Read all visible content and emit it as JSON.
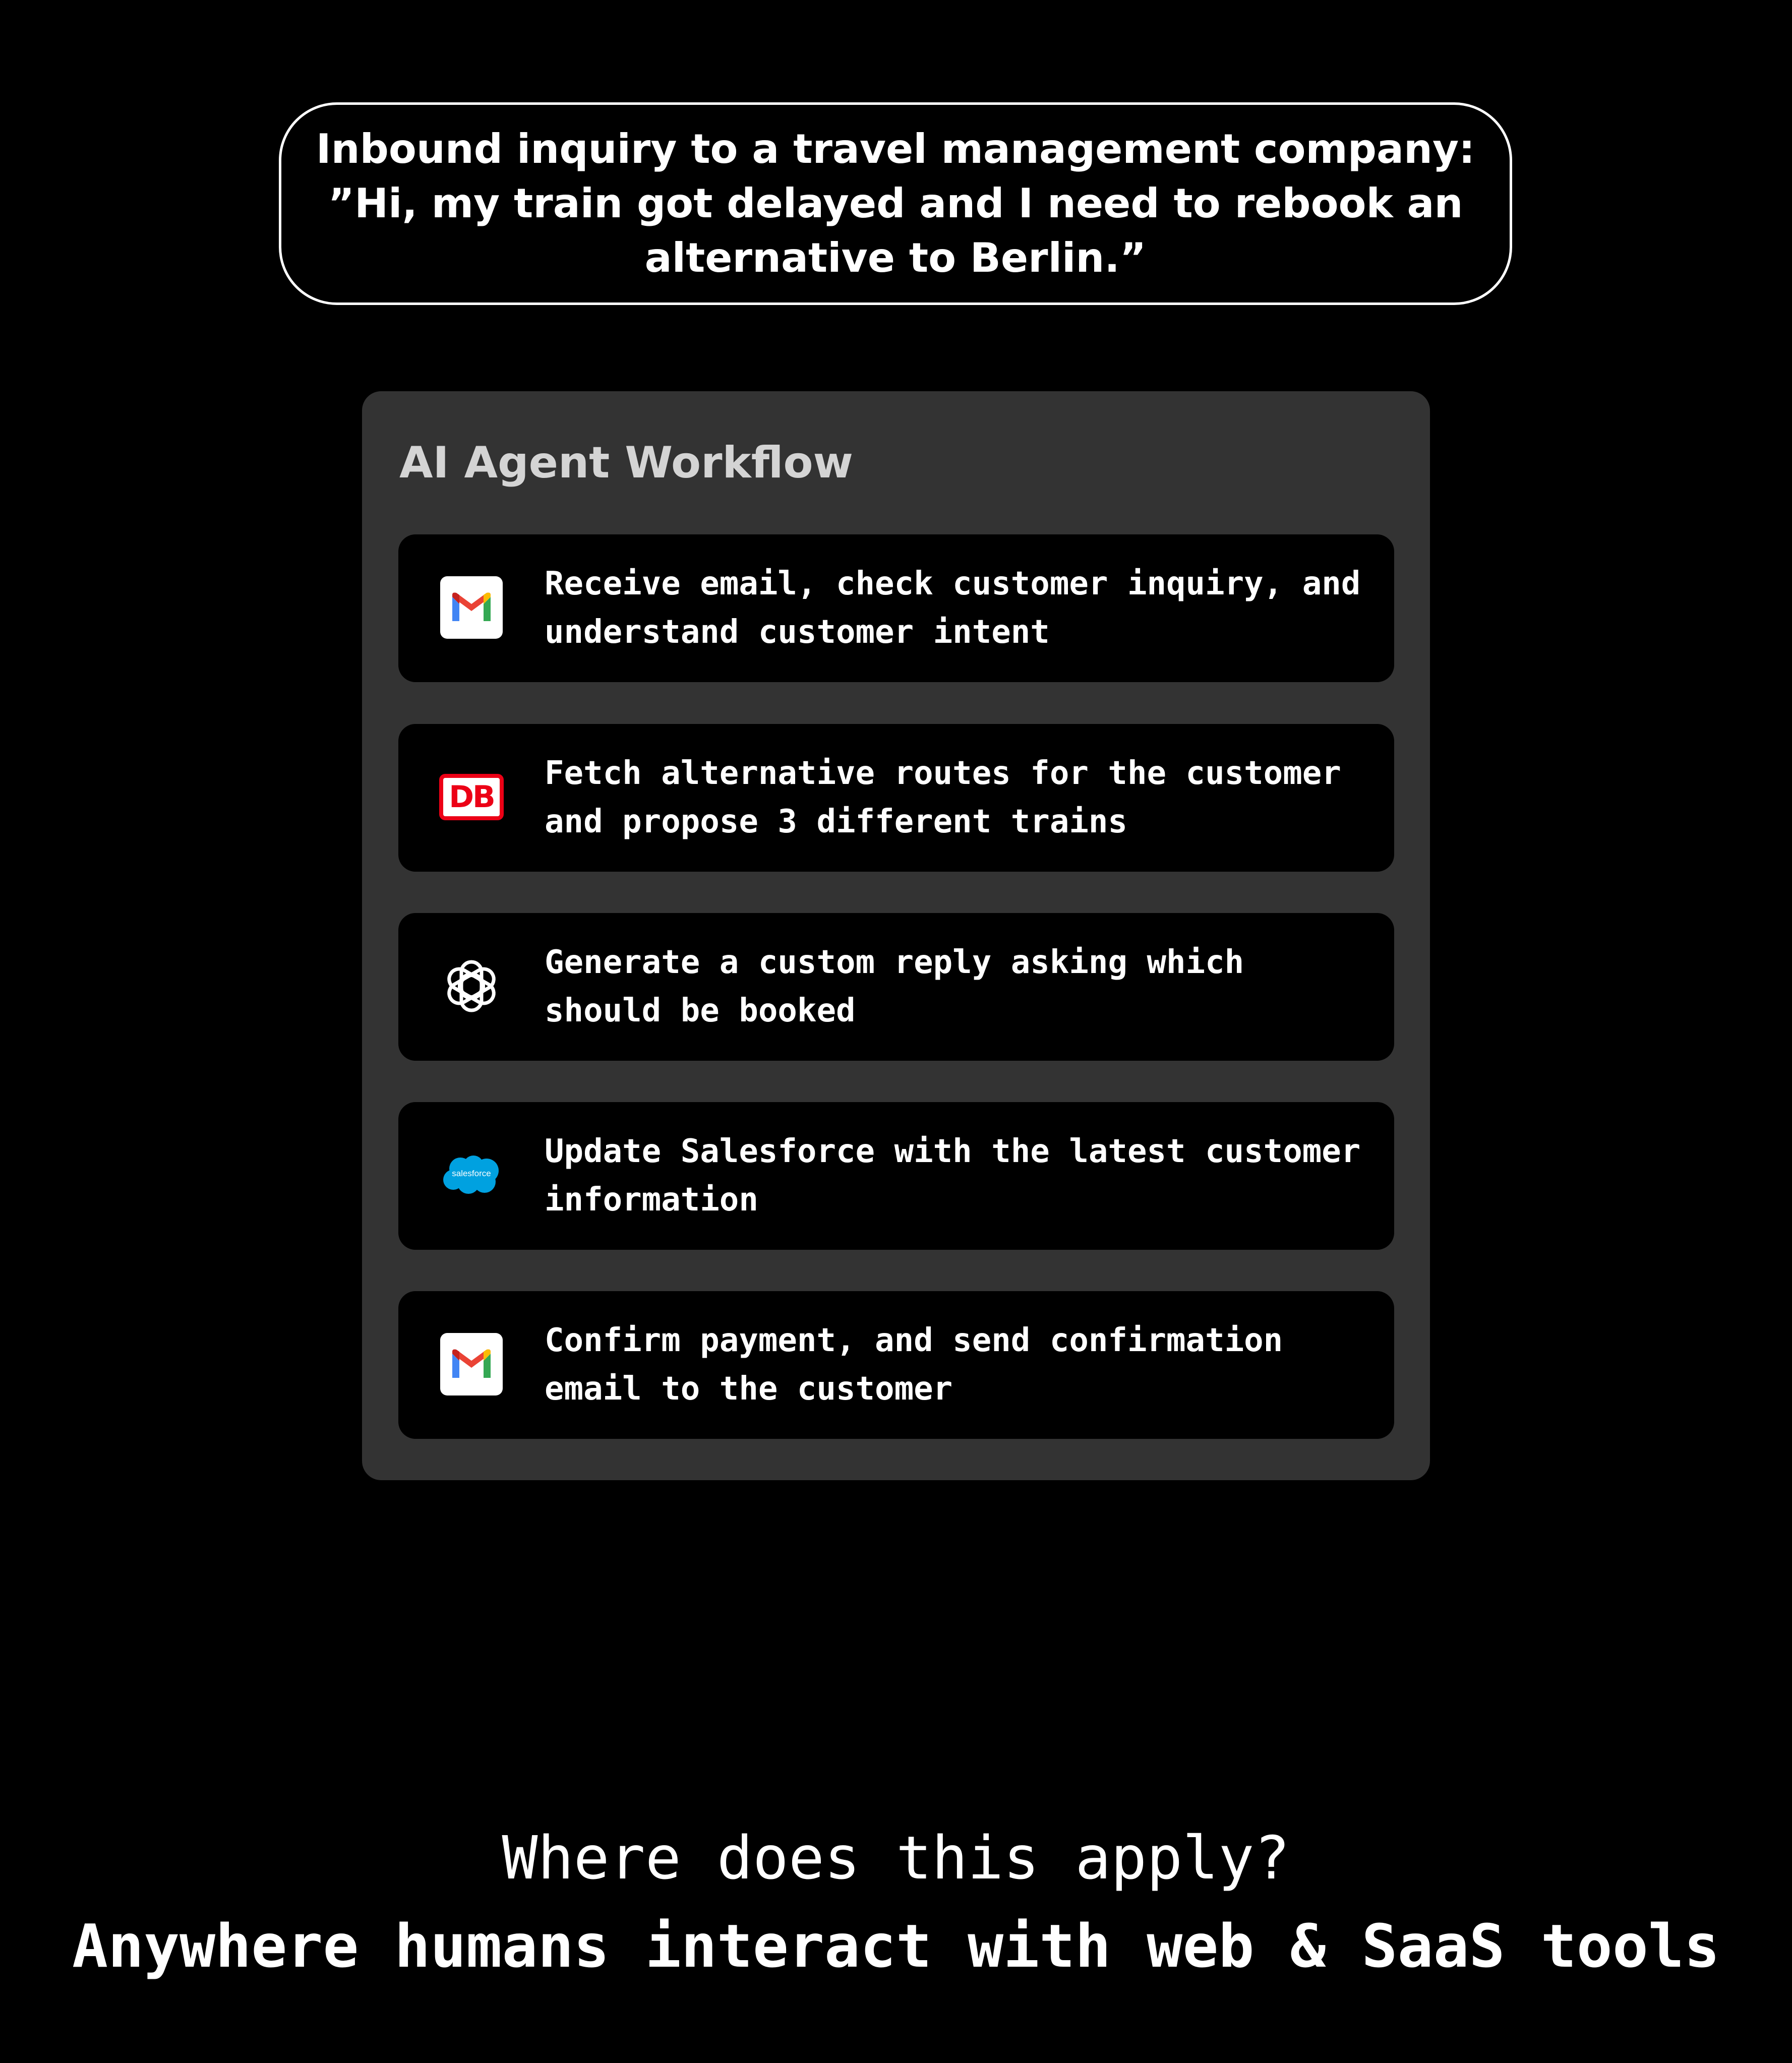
{
  "inquiry": {
    "lines": [
      "Inbound inquiry to a travel management company:",
      "”Hi, my train got delayed and I need to rebook an",
      "alternative to Berlin.”"
    ]
  },
  "workflow": {
    "title": "AI Agent Workflow",
    "steps": [
      {
        "icon": "gmail-icon",
        "lines": [
          "Receive email, check customer inquiry, and",
          "understand customer intent"
        ]
      },
      {
        "icon": "db-icon",
        "icon_text": "DB",
        "lines": [
          "Fetch alternative routes for the customer",
          "and propose 3 different trains"
        ]
      },
      {
        "icon": "openai-icon",
        "lines": [
          "Generate a custom reply asking which",
          "should be booked"
        ]
      },
      {
        "icon": "salesforce-icon",
        "icon_text": "salesforce",
        "lines": [
          "Update Salesforce with the latest customer",
          "information"
        ]
      },
      {
        "icon": "gmail-icon",
        "lines": [
          "Confirm payment, and send confirmation",
          "email to the customer"
        ]
      }
    ]
  },
  "footer": {
    "question": "Where does this apply?",
    "answer": "Anywhere humans interact with web & SaaS tools"
  },
  "colors": {
    "background": "#000000",
    "panel": "#333333",
    "card": "#000000",
    "title_text": "#d4d4d4",
    "text": "#ffffff",
    "gmail_red": "#ea4335",
    "gmail_blue": "#4285f4",
    "gmail_green": "#34a853",
    "gmail_yellow": "#fbbc04",
    "db_red": "#ec0016",
    "salesforce_blue": "#00a1e0"
  }
}
